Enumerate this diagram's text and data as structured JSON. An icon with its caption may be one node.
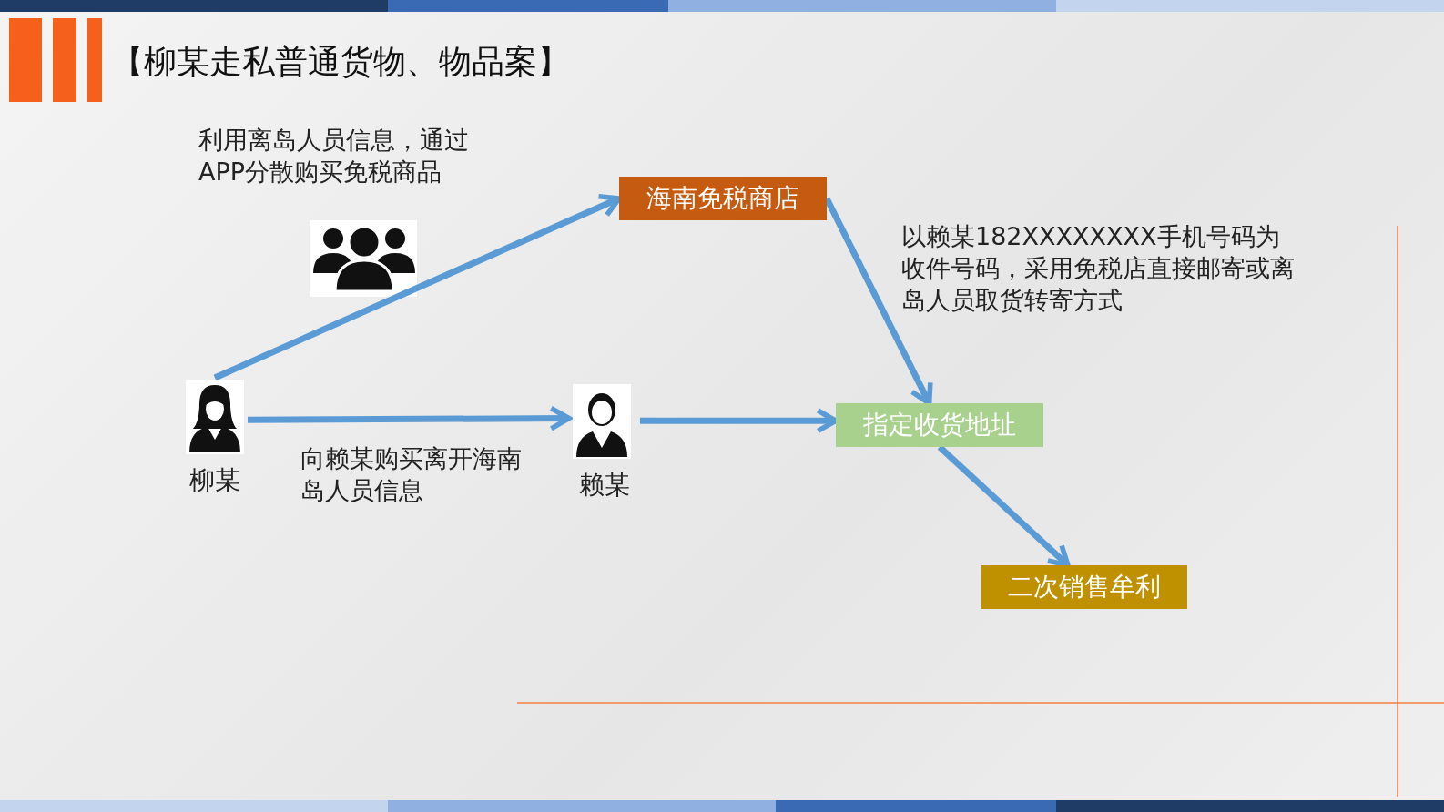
{
  "diagram": {
    "title": "【柳某走私普通货物、物品案】",
    "nodes": [
      {
        "text": [
          "柳某"
        ]
      },
      {
        "text": [
          "海南免税商店"
        ]
      },
      {
        "text": [
          "赖某"
        ]
      },
      {
        "text": [
          "指定收货地址"
        ]
      },
      {
        "text": [
          "二次销售牟利"
        ]
      }
    ],
    "edges": [
      {
        "from": 0,
        "to": 1,
        "arrow": "to",
        "label": "利用离岛人员信息，通过APP分散购买免税商品"
      },
      {
        "from": 0,
        "to": 2,
        "arrow": "to",
        "label": "向赖某购买离开海南岛人员信息"
      },
      {
        "from": 2,
        "to": 3,
        "arrow": "to"
      },
      {
        "from": 1,
        "to": 3,
        "arrow": "to",
        "label": "以赖某182XXXXXXXX手机号码为收件号码，采用免税店直接邮寄或离岛人员取货转寄方式"
      },
      {
        "from": 3,
        "to": 4,
        "arrow": "to"
      }
    ]
  }
}
